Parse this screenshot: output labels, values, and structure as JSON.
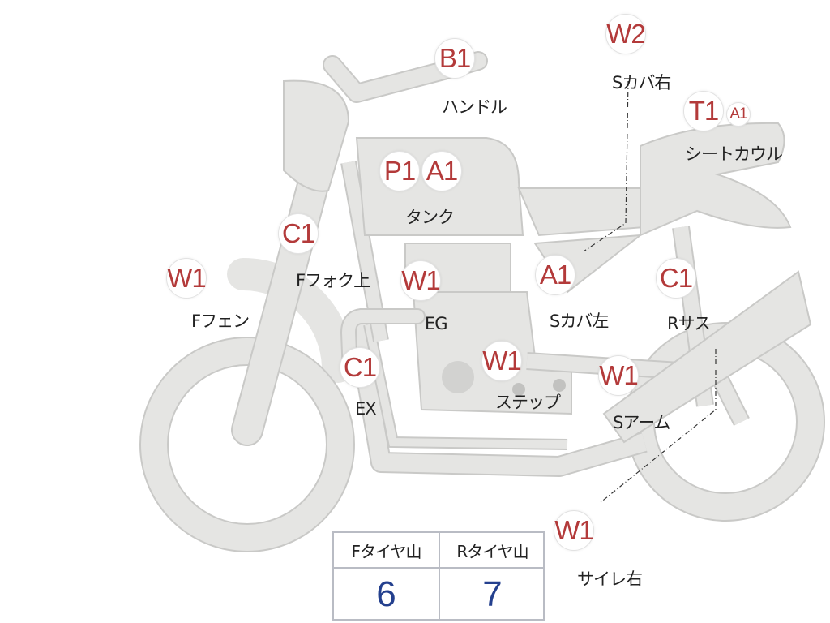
{
  "colors": {
    "body": "#e5e5e3",
    "outline": "#c9c9c7",
    "badge_text": "#b33a3a",
    "value_text": "#24408e",
    "table_border": "#b9bcc4"
  },
  "markers": [
    {
      "id": "handle",
      "codes": [
        "B1"
      ],
      "label": "ハンドル"
    },
    {
      "id": "side-cover-right",
      "codes": [
        "W2"
      ],
      "label": "Sカバ右"
    },
    {
      "id": "seat-cowl",
      "codes": [
        "T1",
        "A1"
      ],
      "label": "シートカウル"
    },
    {
      "id": "tank",
      "codes": [
        "P1",
        "A1"
      ],
      "label": "タンク"
    },
    {
      "id": "front-fork-upper",
      "codes": [
        "C1"
      ],
      "label": "Fフォク上"
    },
    {
      "id": "front-fender",
      "codes": [
        "W1"
      ],
      "label": "Fフェン"
    },
    {
      "id": "engine",
      "codes": [
        "W1"
      ],
      "label": "EG"
    },
    {
      "id": "side-cover-left",
      "codes": [
        "A1"
      ],
      "label": "Sカバ左"
    },
    {
      "id": "rear-suspension",
      "codes": [
        "C1"
      ],
      "label": "Rサス"
    },
    {
      "id": "exhaust",
      "codes": [
        "C1"
      ],
      "label": "EX"
    },
    {
      "id": "step",
      "codes": [
        "W1"
      ],
      "label": "ステップ"
    },
    {
      "id": "swing-arm",
      "codes": [
        "W1"
      ],
      "label": "Sアーム"
    },
    {
      "id": "silencer-right",
      "codes": [
        "W1"
      ],
      "label": "サイレ右"
    }
  ],
  "tread_table": {
    "headers": [
      "Fタイヤ山",
      "Rタイヤ山"
    ],
    "values": [
      "6",
      "7"
    ]
  }
}
